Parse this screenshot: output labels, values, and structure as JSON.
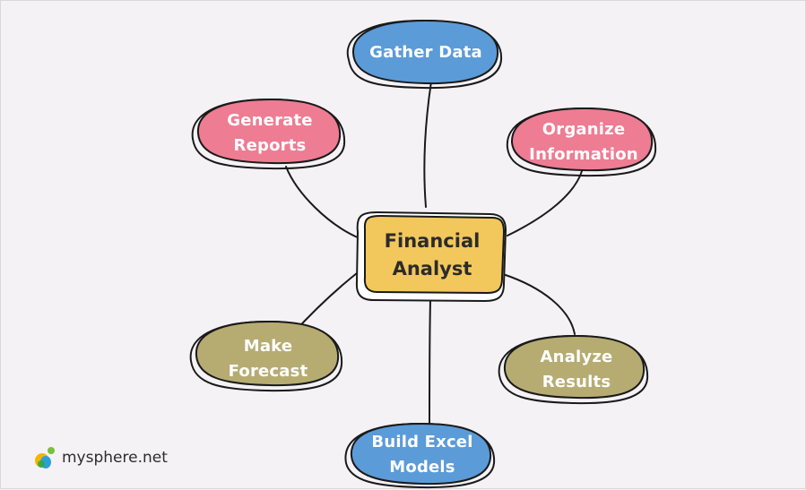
{
  "center": {
    "label": "Financial\nAnalyst",
    "color": "#f2c75c"
  },
  "nodes": [
    {
      "id": "gather-data",
      "label": "Gather Data",
      "color": "#5b9bd8"
    },
    {
      "id": "generate-reports",
      "label": "Generate\nReports",
      "color": "#ee7c93"
    },
    {
      "id": "organize-information",
      "label": "Organize\nInformation",
      "color": "#ee7c93"
    },
    {
      "id": "make-forecast",
      "label": "Make\nForecast",
      "color": "#b6ac72"
    },
    {
      "id": "analyze-results",
      "label": "Analyze\nResults",
      "color": "#b6ac72"
    },
    {
      "id": "build-excel-models",
      "label": "Build Excel\nModels",
      "color": "#5b9bd8"
    }
  ],
  "brand": {
    "name": "mysphere.net",
    "logo_icon": "mysphere-logo-icon"
  }
}
